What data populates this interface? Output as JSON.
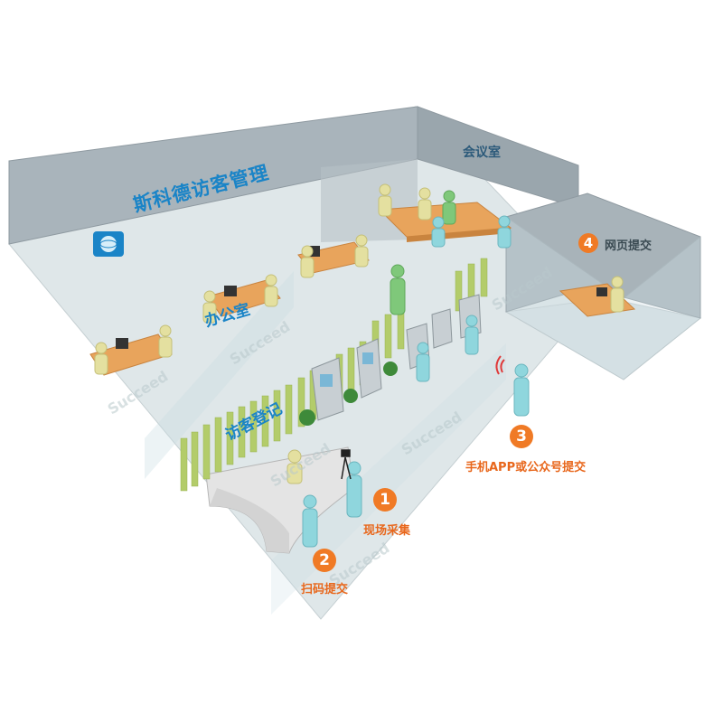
{
  "brand": {
    "name": "斯科德访客管理"
  },
  "rooms": {
    "meeting": "会议室",
    "office": "办公室",
    "reception": "访客登记"
  },
  "steps": [
    {
      "num": "1",
      "label": "现场采集"
    },
    {
      "num": "2",
      "label": "扫码提交"
    },
    {
      "num": "3",
      "label": "手机APP或公众号提交"
    },
    {
      "num": "4",
      "label": "网页提交"
    }
  ],
  "watermark": "Succeed",
  "colors": {
    "accent": "#f07a25",
    "brand_blue": "#1a84c7",
    "wall": "#aab4ba",
    "floor": "#dde5e7",
    "glass": "#cfe0e6",
    "fence": "#b3cc6a"
  },
  "icons": {
    "logo": "globe-logo-icon"
  }
}
